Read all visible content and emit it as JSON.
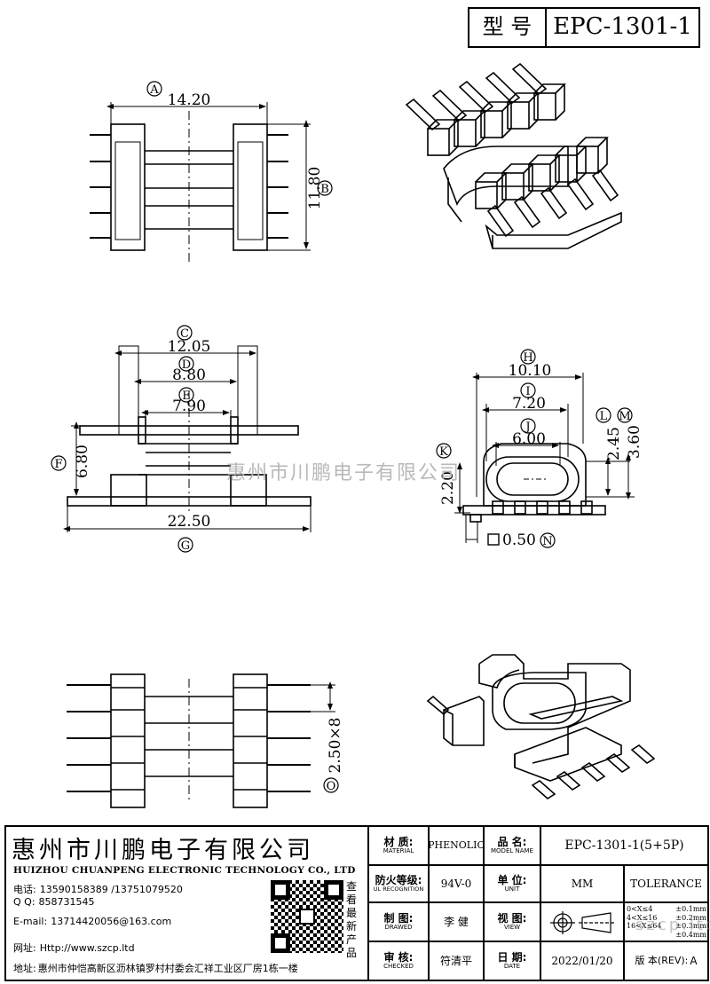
{
  "header": {
    "type_label": "型 号",
    "model": "EPC-1301-1"
  },
  "dimensions": {
    "A": "14.20",
    "B": "11.80",
    "C": "12.05",
    "D": "8.80",
    "E": "7.90",
    "F": "6.80",
    "G": "22.50",
    "H": "10.10",
    "I": "7.20",
    "J": "6.00",
    "K": "2.20",
    "L": "2.45",
    "M": "3.60",
    "N": "0.50",
    "O": "2.50×8"
  },
  "watermark": "惠州市川鹏电子有限公司",
  "company": {
    "name_cn": "惠州市川鹏电子有限公司",
    "name_en": "HUIZHOU CHUANPENG ELECTRONIC TECHNOLOGY CO., LTD",
    "phone_label": "电话:",
    "phone": "13590158389 /13751079520",
    "qq_label": "Q Q:",
    "qq": "858731545",
    "email_label": "E-mail:",
    "email": "13714420056@163.com",
    "web_label": "网址:",
    "web": "Http://www.szcp.ltd",
    "addr_label": "地址:",
    "addr": "惠州市仲恺高新区沥林镇罗村村委会汇祥工业区厂房1栋一楼",
    "qr_caption": "查看最新产品"
  },
  "title_block": {
    "material_cn": "材 质:",
    "material_en": "MATERIAL",
    "material": "PHENOLIC",
    "model_cn": "品 名:",
    "model_en": "MODEL NAME",
    "model_value": "EPC-1301-1(5+5P)",
    "ul_cn": "防火等级:",
    "ul_en": "UL RECOGNITION",
    "ul": "94V-0",
    "unit_cn": "单 位:",
    "unit_en": "UNIT",
    "unit": "MM",
    "tolerance_label": "TOLERANCE",
    "drawn_cn": "制 图:",
    "drawn_en": "DRAWED",
    "drawn": "李 健",
    "view_cn": "视 图:",
    "view_en": "VIEW",
    "tol_1": "0<X≤4",
    "tol_1v": "±0.1mm",
    "tol_2": "4<X≤16",
    "tol_2v": "±0.2mm",
    "tol_3": "16<X≤64",
    "tol_3v": "±0.3mm",
    "tol_4": "",
    "tol_4v": "±0.4mm",
    "checked_cn": "审 核:",
    "checked_en": "CHECKED",
    "checked": "符清平",
    "date_cn": "日 期:",
    "date_en": "DATE",
    "date": "2022/01/20",
    "rev_label": "版 本(REV):",
    "rev": "A",
    "site_watermark": "szcp.ltd"
  }
}
